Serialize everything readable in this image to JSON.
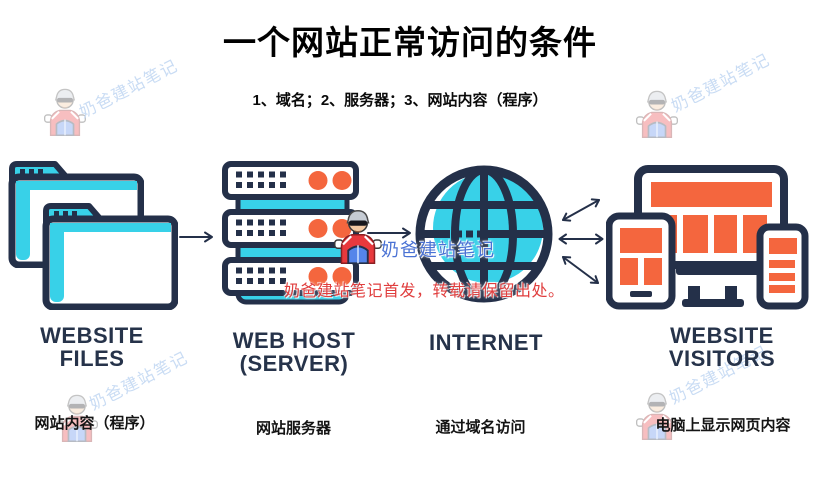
{
  "title": "一个网站正常访问的条件",
  "subtitle": "1、域名；2、服务器；3、网站内容（程序）",
  "nodes": [
    {
      "id": "website-files",
      "line1": "WEBSITE",
      "line2": "FILES",
      "caption": "网站内容（程序）",
      "icon": "folders-icon"
    },
    {
      "id": "web-host",
      "line1": "WEB HOST",
      "line2": "(SERVER)",
      "caption": "网站服务器",
      "icon": "server-icon"
    },
    {
      "id": "internet",
      "line1": "INTERNET",
      "line2": "",
      "caption": "通过域名访问",
      "icon": "globe-icon"
    },
    {
      "id": "website-visitors",
      "line1": "WEBSITE",
      "line2": "VISITORS",
      "caption": "电脑上显示网页内容",
      "icon": "devices-icon"
    }
  ],
  "watermarks": {
    "brand": "奶爸建站笔记",
    "notice": "奶爸建站笔记首发，转载请保留出处。"
  },
  "icons": [
    "folders-icon",
    "server-icon",
    "globe-icon",
    "devices-icon",
    "mascot-avatar-icon",
    "arrow-right-icon",
    "double-arrow-icon"
  ],
  "colors": {
    "navy": "#243049",
    "cyan": "#38d1e8",
    "orange": "#f4663e",
    "label_navy": "#26334a",
    "brand_blue": "#4a72d4",
    "notice_red": "#e03e3e",
    "faint_watermark_blue": "#c9dcf4"
  }
}
